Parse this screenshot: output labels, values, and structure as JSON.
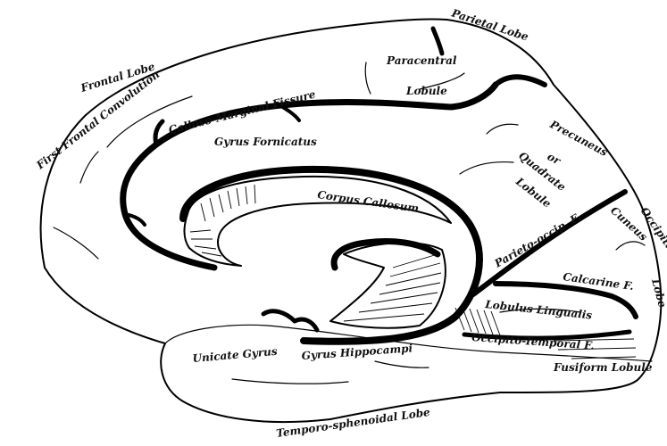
{
  "labels": {
    "frontal_lobe": "Frontal Lobe",
    "first_frontal_convolution": "First Frontal Convolution",
    "parietal_lobe": "Parietal Lobe",
    "paracentral": "Paracentral",
    "lobule": "Lobule",
    "calloso_marginal_fissure": "Calloso-Marginal Fissure",
    "gyrus_fornicatus": "Gyrus Fornicatus",
    "precuneus": "Precuneus",
    "or": "or",
    "quadrate": "Quadrate",
    "lobule_2": "Lobule",
    "corpus_callosum": "Corpus Callosum",
    "occipital": "Occipital",
    "lobe_occipital": "Lobe",
    "cuneus": "Cuneus",
    "parieto_occip": "Parieto-occip. F.",
    "calcarine": "Calcarine F.",
    "lobulus_lingualis": "Lobulus Lingualis",
    "occipito_temporal": "Occipito-Temporal F.",
    "fusiform_lobule": "Fusiform Lobule",
    "unicate_gyrus": "Unicate Gyrus",
    "gyrus_hippocampi": "Gyrus Hippocampi",
    "temporo_sphenoidal_lobe": "Temporo-sphenoidal Lobe"
  },
  "colors": {
    "ink": "#000000",
    "paper": "#ffffff"
  }
}
